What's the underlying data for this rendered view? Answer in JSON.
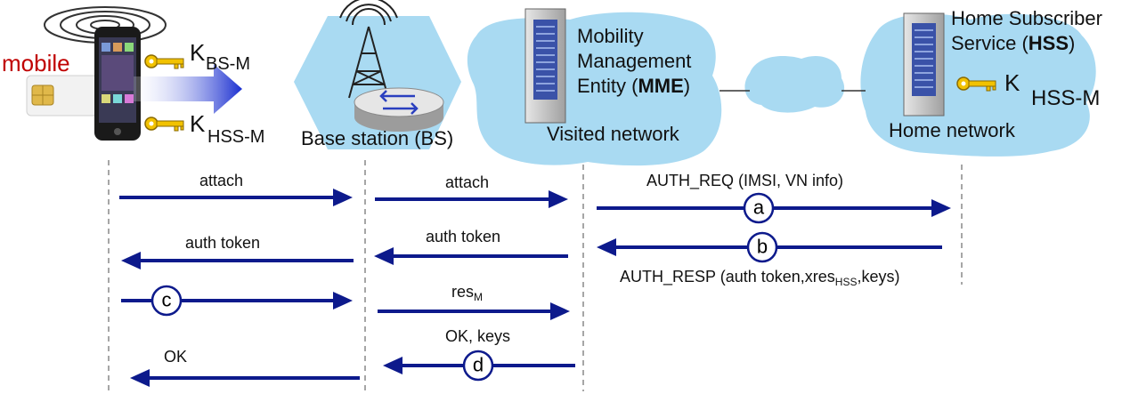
{
  "colors": {
    "arrow": "#0d1a8c",
    "cloud": "#a9daf2",
    "mobile_label": "#c00000",
    "key": "#f2c200",
    "divider": "#888888"
  },
  "entities": {
    "mobile": "mobile",
    "key_bs_main": "K",
    "key_bs_sub": "BS-M",
    "key_hss_main": "K",
    "key_hss_sub": "HSS-M",
    "base_station": "Base station (BS)",
    "mme_line1": "Mobility",
    "mme_line2": "Management",
    "mme_line3_pre": "Entity (",
    "mme_line3_bold": "MME",
    "mme_line3_post": ")",
    "visited_network": "Visited network",
    "hss_line1": "Home Subscriber",
    "hss_line2_pre": "Service (",
    "hss_line2_bold": "HSS",
    "hss_line2_post": ")",
    "hss_key_main": "K",
    "hss_key_sub": "HSS-M",
    "home_network": "Home network"
  },
  "messages": {
    "attach_1": "attach",
    "attach_2": "attach",
    "auth_req": "AUTH_REQ (IMSI, VN info)",
    "auth_token_1": "auth token",
    "auth_token_2": "auth token",
    "auth_resp_pre": "AUTH_RESP (auth token,xres",
    "auth_resp_sub": "HSS",
    "auth_resp_post": ",keys)",
    "res_main": "res",
    "res_sub": "M",
    "ok_keys": "OK, keys",
    "ok": "OK"
  },
  "steps": {
    "a": "a",
    "b": "b",
    "c": "c",
    "d": "d"
  },
  "icons": [
    "phone-icon",
    "sim-card-icon",
    "wifi-waves-icon",
    "key-icon",
    "cell-tower-icon",
    "router-icon",
    "server-icon",
    "cloud-icon"
  ]
}
